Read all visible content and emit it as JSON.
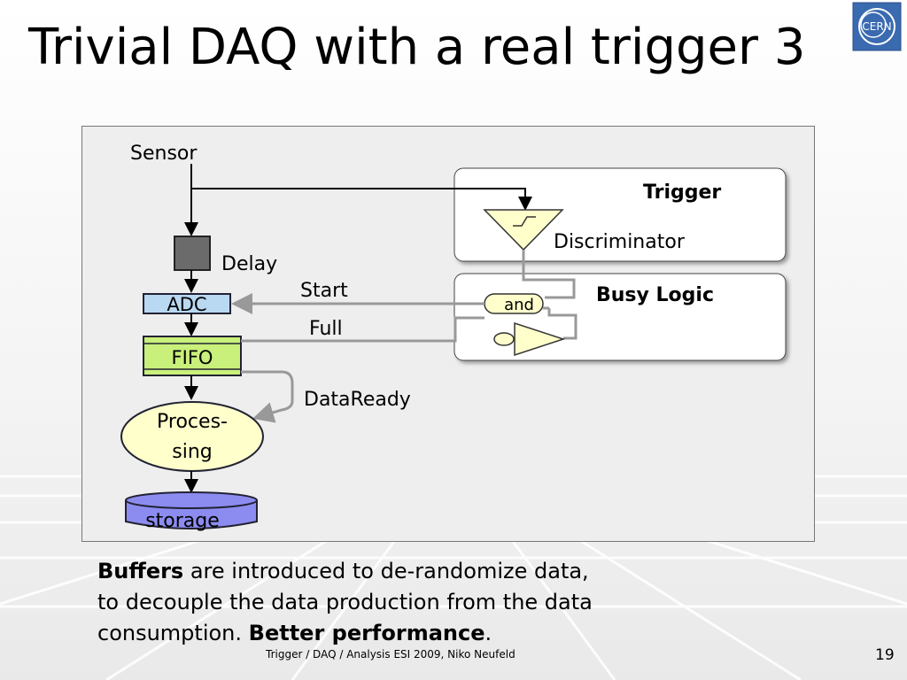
{
  "slide": {
    "title": "Trivial DAQ with a real trigger 3",
    "logo_text": "CERN",
    "footer": "Trigger / DAQ / Analysis ESI 2009, Niko Neufeld",
    "page_number": "19"
  },
  "diagram": {
    "sensor": "Sensor",
    "delay": "Delay",
    "adc": "ADC",
    "fifo": "FIFO",
    "processing_line1": "Proces-",
    "processing_line2": "sing",
    "storage": "storage",
    "start": "Start",
    "full": "Full",
    "data_ready": "DataReady",
    "trigger_title": "Trigger",
    "discriminator": "Discriminator",
    "busy_logic_title": "Busy Logic",
    "and_gate": "and"
  },
  "caption": {
    "line1_bold": "Buffers",
    "line1_rest": " are introduced to de-randomize data,",
    "line2": "to decouple the data production from the data",
    "line3_start": "consumption. ",
    "line3_bold": "Better performance",
    "line3_end": "."
  },
  "colors": {
    "adc_fill": "#b9d8f2",
    "fifo_fill": "#c8f07a",
    "processing_fill": "#ffffcc",
    "storage_fill": "#8c8cf0",
    "discriminator_fill": "#ffffcc",
    "logo_blue": "#3a6ab0"
  }
}
